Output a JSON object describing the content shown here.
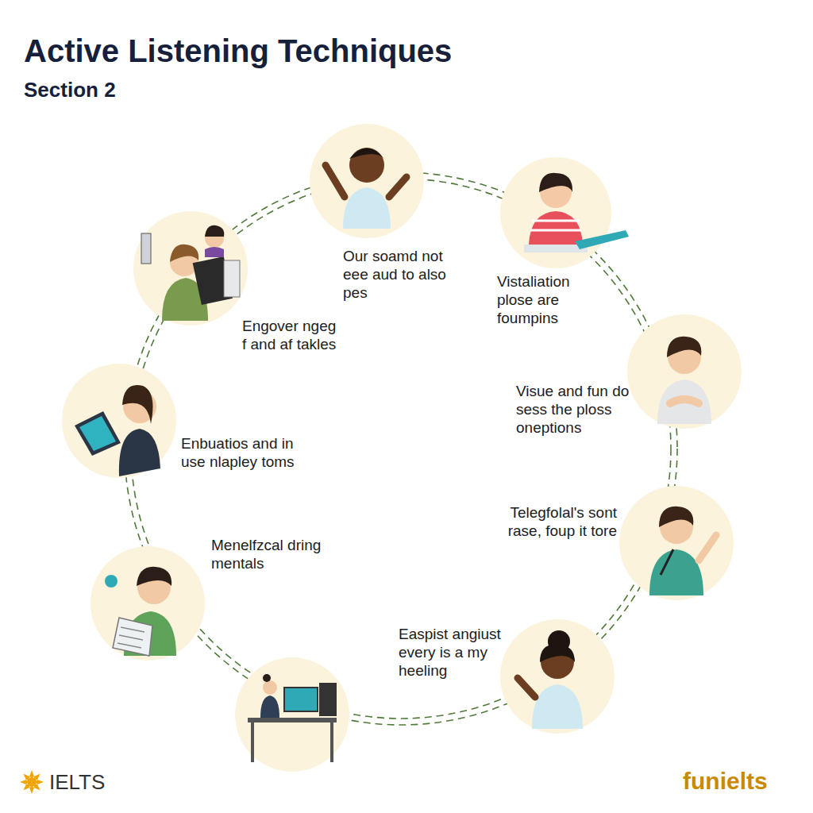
{
  "diagram": {
    "title": "Active Listening Techniques",
    "labels": [
      "Section 2",
      "Our soamd not eee aud to also pes",
      "Vistaliation plose are foumpins",
      "Engover ngeg f and af takles",
      "Visue and fun do sess the ploss oneptions",
      "Enbuatios and in use nlapley toms",
      "Telegfolal's sont rase, foup it tore",
      "Menelfzcal dring mentals",
      "Easpist angiust every is a my heeling",
      "IELTS",
      "funielts"
    ]
  }
}
